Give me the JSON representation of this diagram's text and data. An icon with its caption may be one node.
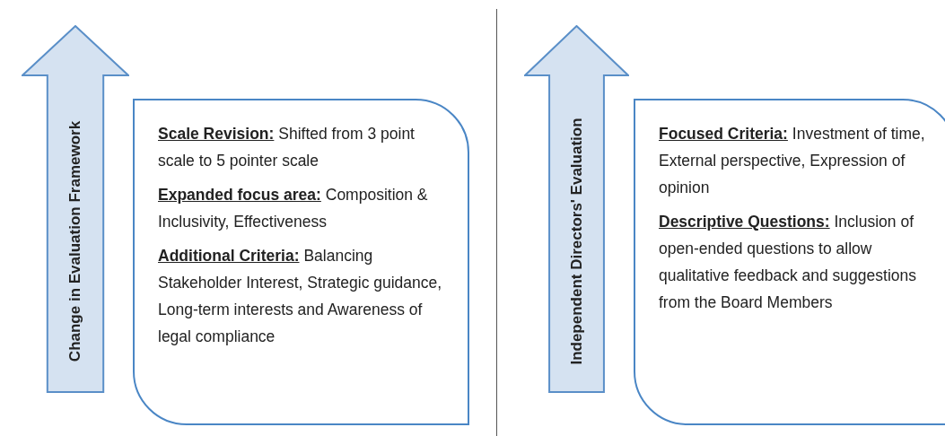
{
  "diagram": {
    "nodes": [
      {
        "text": [
          "Change in Evaluation Framework"
        ]
      },
      {
        "text": [
          "**Scale Revision:** Shifted from 3 point scale to 5 pointer scale",
          "**Expanded focus area:** Composition & Inclusivity, Effectiveness",
          "**Additional Criteria:** Balancing Stakeholder Interest, Strategic guidance, Long-term interests and Awareness of legal compliance"
        ]
      },
      {
        "text": [
          "Independent Directors' Evaluation"
        ]
      },
      {
        "text": [
          "**Focused Criteria:** Investment of time, External perspective, Expression of opinion",
          "**Descriptive Questions:** Inclusion of open-ended questions to allow qualitative feedback and suggestions from the Board Members"
        ]
      }
    ],
    "edges": []
  }
}
